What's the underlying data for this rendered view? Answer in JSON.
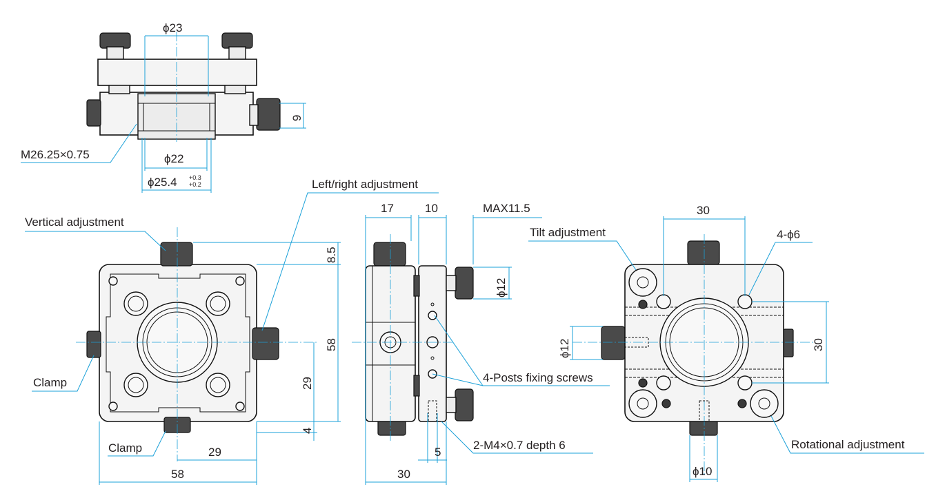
{
  "labels": {
    "dia23": "ϕ23",
    "dia22": "ϕ22",
    "dia254": "ϕ25.4",
    "tol_upper": "+0.3",
    "tol_lower": "+0.2",
    "dim9": "9",
    "thread": "M26.25×0.75",
    "vertical_adjustment": "Vertical adjustment",
    "left_right_adjustment": "Left/right adjustment",
    "clamp_side": "Clamp",
    "clamp_bottom": "Clamp",
    "dim85": "8.5",
    "dim58_right": "58",
    "dim29_right": "29",
    "dim4": "4",
    "dim29_bottom": "29",
    "dim58_bottom": "58",
    "dim17": "17",
    "dim10": "10",
    "max115": "MAX11.5",
    "dia12_side": "ϕ12",
    "posts_screws": "4-Posts fixing screws",
    "tap_holes": "2-M4×0.7 depth 6",
    "dim5": "5",
    "dim30_side": "30",
    "tilt_adjustment": "Tilt adjustment",
    "holes_4_dia6": "4-ϕ6",
    "dim30_top": "30",
    "dim30_right": "30",
    "dia12_back": "ϕ12",
    "dia10": "ϕ10",
    "rotational_adjustment": "Rotational adjustment"
  },
  "colors": {
    "dimension_line": "#1aa0d8",
    "outline": "#111111",
    "text": "#231f20"
  }
}
